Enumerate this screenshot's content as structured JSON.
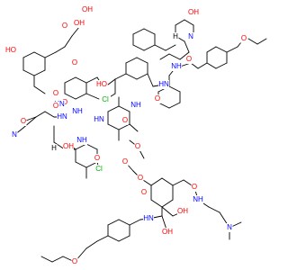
{
  "colors": {
    "background": "#ffffff",
    "bond": "#000000",
    "oxygen": "#ff0000",
    "nitrogen": "#0000ff",
    "chlorine": "#00b000",
    "carbon_hydrogen": "#000000"
  },
  "atom_labels": [
    {
      "id": "oh-top-right",
      "text": "OH",
      "element": "oxygen"
    },
    {
      "id": "o-butoxy-top-right",
      "text": "O",
      "element": "oxygen"
    },
    {
      "id": "o-top-center-1",
      "text": "O",
      "element": "oxygen"
    },
    {
      "id": "n-methyl-top",
      "text": "N",
      "element": "nitrogen"
    },
    {
      "id": "h-n-methyl-top",
      "text": "H",
      "element": "carbon_hydrogen"
    },
    {
      "id": "nh-top-right",
      "text": "NH",
      "element": "nitrogen"
    },
    {
      "id": "oh-upper-left-1",
      "text": "OH",
      "element": "oxygen"
    },
    {
      "id": "o-upper-left-1",
      "text": "O",
      "element": "oxygen"
    },
    {
      "id": "oh-upper-left-2",
      "text": "OH",
      "element": "oxygen"
    },
    {
      "id": "ho-upper-left",
      "text": "HO",
      "element": "oxygen"
    },
    {
      "id": "oh-mid-top",
      "text": "HO",
      "element": "oxygen"
    },
    {
      "id": "cl-top",
      "text": "Cl",
      "element": "chlorine"
    },
    {
      "id": "o-ring-mid-1",
      "text": "O",
      "element": "oxygen"
    },
    {
      "id": "nh-mid-1",
      "text": "NH",
      "element": "nitrogen"
    },
    {
      "id": "o-mid-2",
      "text": "O",
      "element": "oxygen"
    },
    {
      "id": "hn-mid-right",
      "text": "HN",
      "element": "nitrogen"
    },
    {
      "id": "o-mid-right",
      "text": "O",
      "element": "oxygen"
    },
    {
      "id": "ho-left",
      "text": "HO",
      "element": "oxygen"
    },
    {
      "id": "h-left-1",
      "text": "H",
      "element": "carbon_hydrogen"
    },
    {
      "id": "o-left-1",
      "text": "O",
      "element": "oxygen"
    },
    {
      "id": "hn-left",
      "text": "HN",
      "element": "nitrogen"
    },
    {
      "id": "nh-left-2",
      "text": "NH",
      "element": "nitrogen"
    },
    {
      "id": "hn-left-2",
      "text": "HN",
      "element": "nitrogen"
    },
    {
      "id": "nh-center",
      "text": "NH",
      "element": "nitrogen"
    },
    {
      "id": "o-center",
      "text": "O",
      "element": "oxygen"
    },
    {
      "id": "o-center-2",
      "text": "O",
      "element": "oxygen"
    },
    {
      "id": "nh-left-3",
      "text": "HN",
      "element": "nitrogen"
    },
    {
      "id": "o-left-3",
      "text": "O",
      "element": "oxygen"
    },
    {
      "id": "n-dimethyl-left",
      "text": "N",
      "element": "nitrogen"
    },
    {
      "id": "h-left-4",
      "text": "H",
      "element": "carbon_hydrogen"
    },
    {
      "id": "oh-left-4",
      "text": "OH",
      "element": "oxygen"
    },
    {
      "id": "o-left-5",
      "text": "O",
      "element": "oxygen"
    },
    {
      "id": "cl-left",
      "text": "Cl",
      "element": "chlorine"
    },
    {
      "id": "o-mid-3",
      "text": "O",
      "element": "oxygen"
    },
    {
      "id": "o-mid-4",
      "text": "O",
      "element": "oxygen"
    },
    {
      "id": "o-sugar-link",
      "text": "O",
      "element": "oxygen"
    },
    {
      "id": "o-sugar-ring",
      "text": "O",
      "element": "oxygen"
    },
    {
      "id": "o-amide-right",
      "text": "O",
      "element": "oxygen"
    },
    {
      "id": "nh-amide-right",
      "text": "NH",
      "element": "nitrogen"
    },
    {
      "id": "n-dimethyl-right",
      "text": "N",
      "element": "nitrogen"
    },
    {
      "id": "hn-sugar",
      "text": "HN",
      "element": "nitrogen"
    },
    {
      "id": "oh-sugar-1",
      "text": "OH",
      "element": "oxygen"
    },
    {
      "id": "oh-sugar-2",
      "text": "OH",
      "element": "oxygen"
    },
    {
      "id": "o-butoxy-bottom",
      "text": "O",
      "element": "oxygen"
    }
  ]
}
